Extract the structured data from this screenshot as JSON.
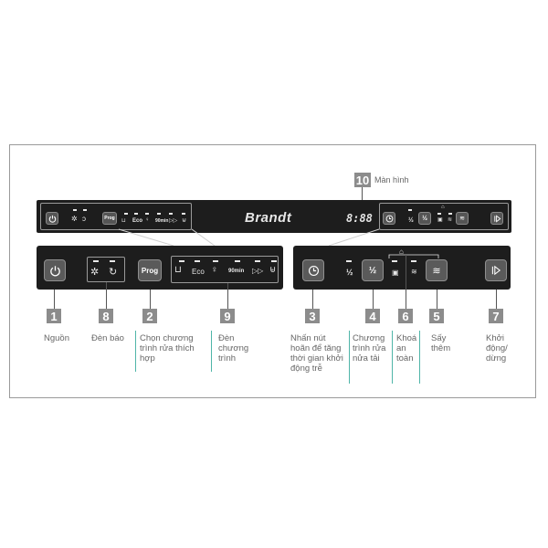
{
  "brand": "Brandt",
  "display_digits": "8:88",
  "screen_label": "Màn hình",
  "panel_text": {
    "prog": "Prog",
    "eco": "Eco",
    "min90": "90min",
    "half": "½"
  },
  "callouts": [
    {
      "num": "1",
      "label": "Nguồn"
    },
    {
      "num": "8",
      "label": "Đèn báo"
    },
    {
      "num": "2",
      "label": "Chọn chương trình rửa thích hợp"
    },
    {
      "num": "9",
      "label": "Đèn chương trình"
    },
    {
      "num": "3",
      "label": "Nhấn nút hoãn để tăng thời gian khởi động trễ"
    },
    {
      "num": "4",
      "label": "Chương trình rửa nửa tải"
    },
    {
      "num": "6",
      "label": "Khoá an toàn"
    },
    {
      "num": "5",
      "label": "Sấy thêm"
    },
    {
      "num": "7",
      "label": "Khởi động/ dừng"
    },
    {
      "num": "10",
      "label": "Màn hình"
    }
  ],
  "colors": {
    "panel": "#1d1d1d",
    "accent_separator": "#4fb5a8",
    "callout_box": "#8c8c8c"
  }
}
